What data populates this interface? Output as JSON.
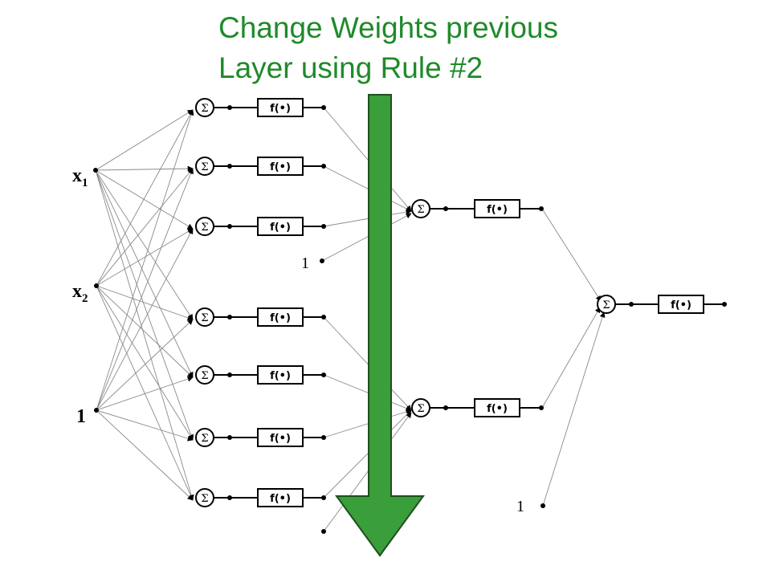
{
  "title": {
    "line1": "Change Weights previous",
    "line2": "Layer using Rule #2"
  },
  "colors": {
    "title": "#1f8a2a",
    "arrow_fill": "#3a9e3a",
    "arrow_stroke": "#1f4f1f",
    "wire": "#8a8a8a",
    "ink": "#000000"
  },
  "icons": {
    "sigma": "Σ",
    "activation": "f(•)",
    "down_arrow": "down-arrow-icon"
  },
  "inputs": [
    {
      "base": "x",
      "sub": "1"
    },
    {
      "base": "x",
      "sub": "2"
    },
    {
      "base": "1",
      "sub": ""
    }
  ],
  "bias_labels": {
    "hidden2": "1",
    "output": "1"
  },
  "layers": {
    "hidden1_count": 7,
    "hidden2_count": 2,
    "output_count": 1
  }
}
